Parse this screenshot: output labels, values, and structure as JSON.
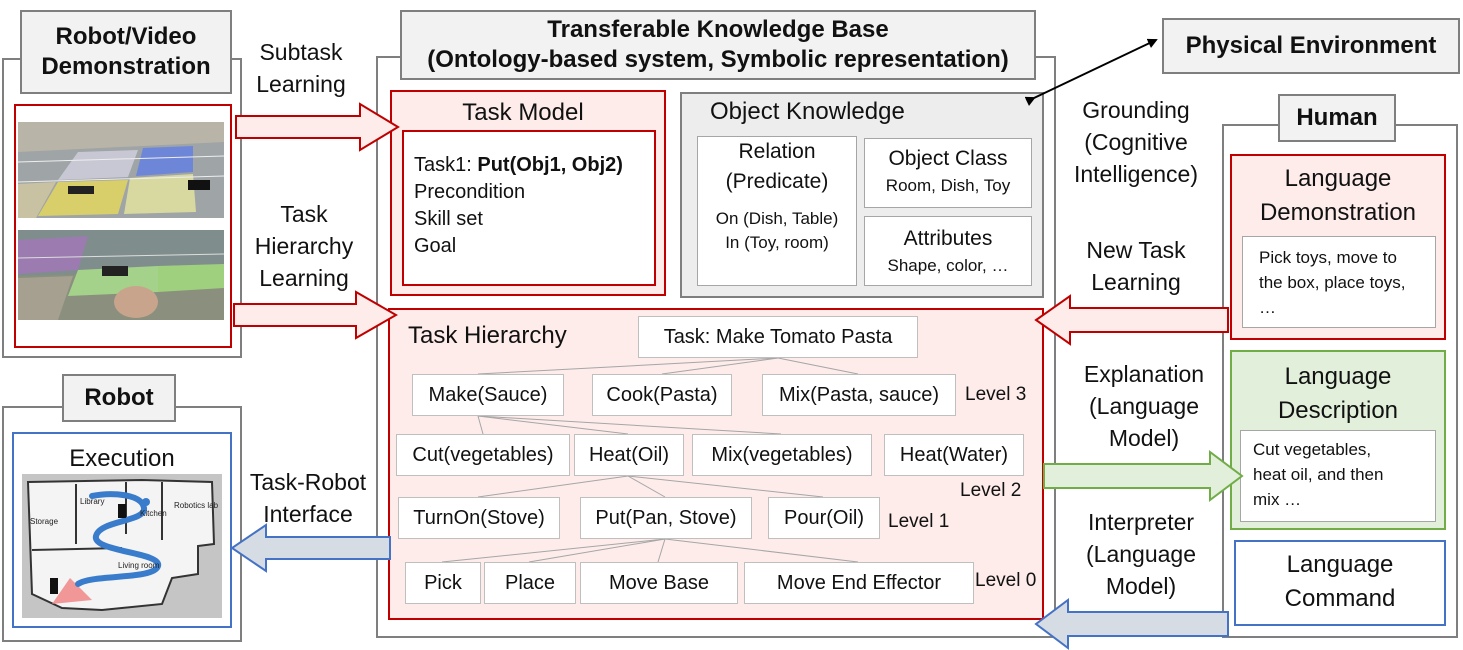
{
  "demo": {
    "title": "Robot/Video\nDemonstration"
  },
  "robot": {
    "title": "Robot",
    "execution_label": "Execution",
    "map_labels": {
      "storage": "Storage",
      "library": "Library",
      "kitchen": "Kitchen",
      "robotics_lab": "Robotics lab",
      "living_room": "Living room"
    }
  },
  "left_arrows": {
    "subtask": "Subtask\nLearning",
    "hierarchy": "Task\nHierarchy\nLearning",
    "interface": "Task-Robot\nInterface"
  },
  "kb": {
    "title": "Transferable Knowledge Base\n(Ontology-based system, Symbolic representation)"
  },
  "task_model": {
    "title": "Task Model",
    "task_prefix": "Task1: ",
    "task_bold": "Put(Obj1, Obj2)",
    "lines": [
      "Precondition",
      "Skill set",
      "Goal"
    ]
  },
  "object_knowledge": {
    "title": "Object Knowledge",
    "relation_title": "Relation\n(Predicate)",
    "relation_body": "On (Dish, Table)\nIn (Toy, room)",
    "class_title": "Object Class",
    "class_body": "Room, Dish, Toy",
    "attr_title": "Attributes",
    "attr_body": "Shape, color, …"
  },
  "hierarchy": {
    "title": "Task Hierarchy",
    "root": "Task: Make Tomato Pasta",
    "level3": [
      "Make(Sauce)",
      "Cook(Pasta)",
      "Mix(Pasta, sauce)"
    ],
    "level2": [
      "Cut(vegetables)",
      "Heat(Oil)",
      "Mix(vegetables)",
      "Heat(Water)"
    ],
    "level1": [
      "TurnOn(Stove)",
      "Put(Pan, Stove)",
      "Pour(Oil)"
    ],
    "level0": [
      "Pick",
      "Place",
      "Move Base",
      "Move End Effector"
    ],
    "level_labels": [
      "Level 3",
      "Level 2",
      "Level 1",
      "Level 0"
    ]
  },
  "physical_env": "Physical Environment",
  "right_labels": {
    "grounding": "Grounding\n(Cognitive\nIntelligence)",
    "new_task": "New Task\nLearning",
    "explanation": "Explanation\n(Language\nModel)",
    "interpreter": "Interpreter\n(Language\nModel)"
  },
  "human": {
    "title": "Human",
    "lang_demo_title": "Language\nDemonstration",
    "lang_demo_body": "Pick toys, move to\nthe box, place toys,\n…",
    "lang_desc_title": "Language\nDescription",
    "lang_desc_body": "Cut vegetables,\nheat oil, and then\nmix …",
    "lang_cmd_title": "Language\nCommand"
  },
  "colors": {
    "red": "#c00000",
    "pink_fill": "#fdecea",
    "green": "#70ad47",
    "green_fill": "#e2efda",
    "blue": "#4472c4",
    "blue_fill": "#d6dce4",
    "gray": "#7f7f7f"
  }
}
